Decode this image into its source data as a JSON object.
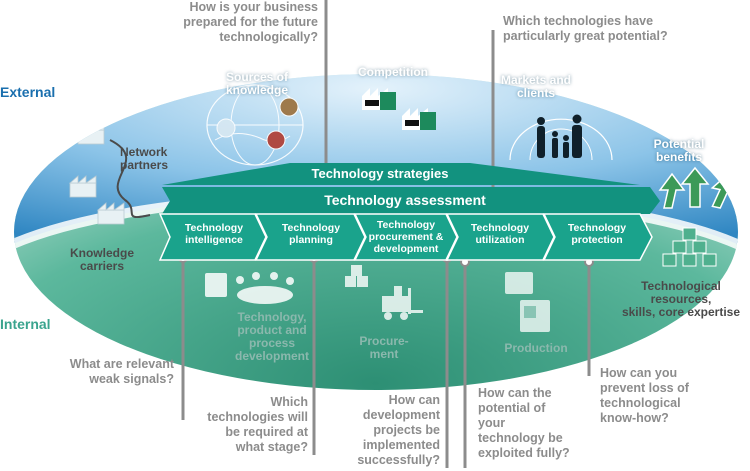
{
  "sides": {
    "external": "External",
    "internal": "Internal"
  },
  "bars": {
    "strategies": "Technology strategies",
    "assessment": "Technology assessment"
  },
  "steps": [
    {
      "line1": "Technology",
      "line2": "intelligence",
      "line3": ""
    },
    {
      "line1": "Technology",
      "line2": "planning",
      "line3": ""
    },
    {
      "line1": "Technology",
      "line2": "procurement &",
      "line3": "development"
    },
    {
      "line1": "Technology",
      "line2": "utilization",
      "line3": ""
    },
    {
      "line1": "Technology",
      "line2": "protection",
      "line3": ""
    }
  ],
  "areas": {
    "sources_of_knowledge": [
      "Sources of",
      "knowledge"
    ],
    "competition": [
      "Competition"
    ],
    "markets_and_clients": [
      "Markets and",
      "clients"
    ],
    "network_partners": [
      "Network",
      "partners"
    ],
    "knowledge_carriers": [
      "Knowledge",
      "carriers"
    ],
    "potential_benefits": [
      "Potential",
      "benefits"
    ],
    "tech_resources": [
      "Technological",
      "resources,",
      "skills, core expertise"
    ],
    "product_process": [
      "Technology,",
      "product and",
      "process",
      "development"
    ],
    "procurement": [
      "Procure-",
      "ment"
    ],
    "production": [
      "Production"
    ]
  },
  "questions": {
    "future": [
      "How is your business",
      "prepared for the future",
      "technologically?"
    ],
    "potential": [
      "Which technologies have",
      "particularly great potential?"
    ],
    "weak_signals": [
      "What are relevant",
      "weak signals?"
    ],
    "which_stage": [
      "Which",
      "technologies will",
      "be required at",
      "what stage?"
    ],
    "projects": [
      "How can",
      "development",
      "projects be",
      "implemented",
      "successfully?"
    ],
    "exploit": [
      "How can the",
      "potential of",
      "your",
      "technology be",
      "exploited fully?"
    ],
    "loss": [
      "How can you",
      "prevent loss of",
      "technological",
      "know-how?"
    ]
  },
  "colors": {
    "sky": "#5aa8d8",
    "field": "#36a085",
    "bar": "#12927f",
    "step": "#1aa38c",
    "question": "#8c8c8c",
    "external_label": "#1a6fae",
    "internal_label": "#3aa48e"
  },
  "icons": [
    "factory-icon",
    "globe-icon",
    "family-icon",
    "arrow-up-icon",
    "cube-stack-icon",
    "forklift-icon",
    "machine-icon",
    "meeting-table-icon"
  ]
}
